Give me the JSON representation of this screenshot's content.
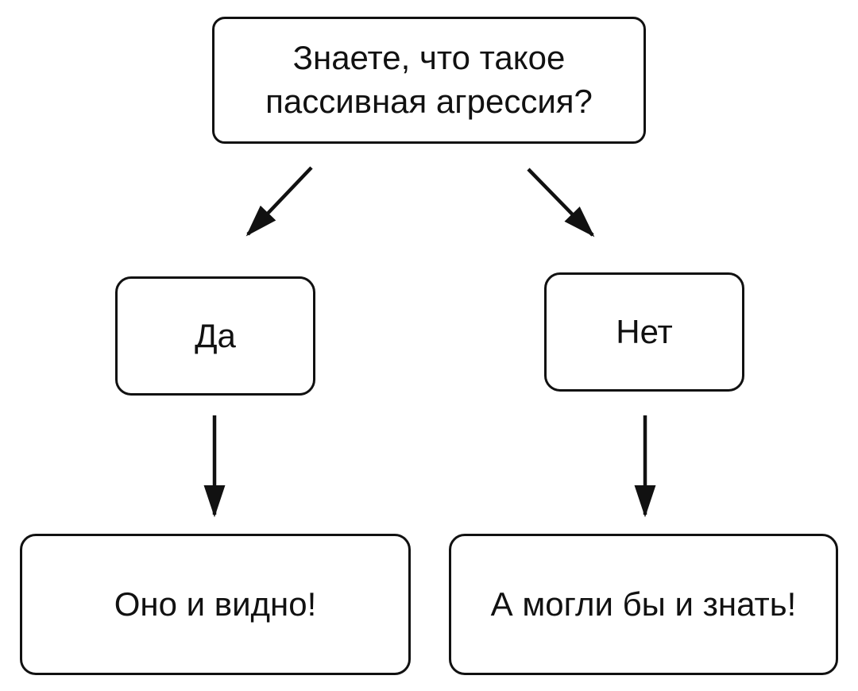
{
  "diagram": {
    "type": "flowchart",
    "language": "ru",
    "colors": {
      "background": "#ffffff",
      "node_fill": "#ffffff",
      "node_border": "#111111",
      "text": "#111111",
      "arrow": "#111111"
    },
    "nodes": [
      {
        "id": "question",
        "label": "Знаете, что такое пассивная агрессия?"
      },
      {
        "id": "yes",
        "label": "Да"
      },
      {
        "id": "no",
        "label": "Нет"
      },
      {
        "id": "yes_result",
        "label": "Оно и видно!"
      },
      {
        "id": "no_result",
        "label": "А могли бы и знать!"
      }
    ],
    "edges": [
      {
        "from": "question",
        "to": "yes"
      },
      {
        "from": "question",
        "to": "no"
      },
      {
        "from": "yes",
        "to": "yes_result"
      },
      {
        "from": "no",
        "to": "no_result"
      }
    ]
  }
}
